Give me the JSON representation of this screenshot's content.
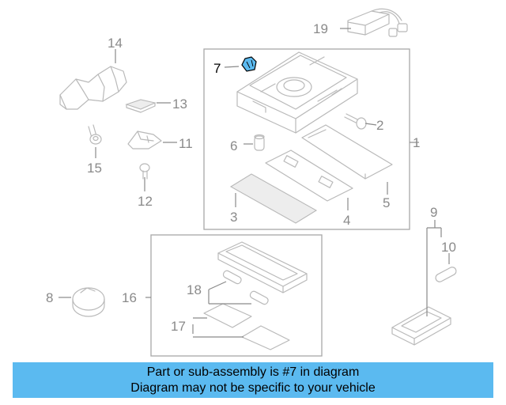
{
  "diagram": {
    "callouts": [
      {
        "id": "c1",
        "label": "1"
      },
      {
        "id": "c2",
        "label": "2"
      },
      {
        "id": "c3",
        "label": "3"
      },
      {
        "id": "c4",
        "label": "4"
      },
      {
        "id": "c5",
        "label": "5"
      },
      {
        "id": "c6",
        "label": "6"
      },
      {
        "id": "c7",
        "label": "7",
        "highlighted": true
      },
      {
        "id": "c8",
        "label": "8"
      },
      {
        "id": "c9",
        "label": "9"
      },
      {
        "id": "c10",
        "label": "10"
      },
      {
        "id": "c11",
        "label": "11"
      },
      {
        "id": "c12",
        "label": "12"
      },
      {
        "id": "c13",
        "label": "13"
      },
      {
        "id": "c14",
        "label": "14"
      },
      {
        "id": "c15",
        "label": "15"
      },
      {
        "id": "c16",
        "label": "16"
      },
      {
        "id": "c17",
        "label": "17"
      },
      {
        "id": "c18",
        "label": "18"
      },
      {
        "id": "c19",
        "label": "19"
      }
    ]
  },
  "banner": {
    "line1": "Part or sub-assembly is #7 in diagram",
    "line2": "Diagram may not be specific to your vehicle"
  },
  "colors": {
    "highlight_part": "#5bbaf0",
    "banner_background": "#5bbaf0",
    "line_art": "#b9b9b9",
    "callout_text": "#8a8a8a"
  }
}
